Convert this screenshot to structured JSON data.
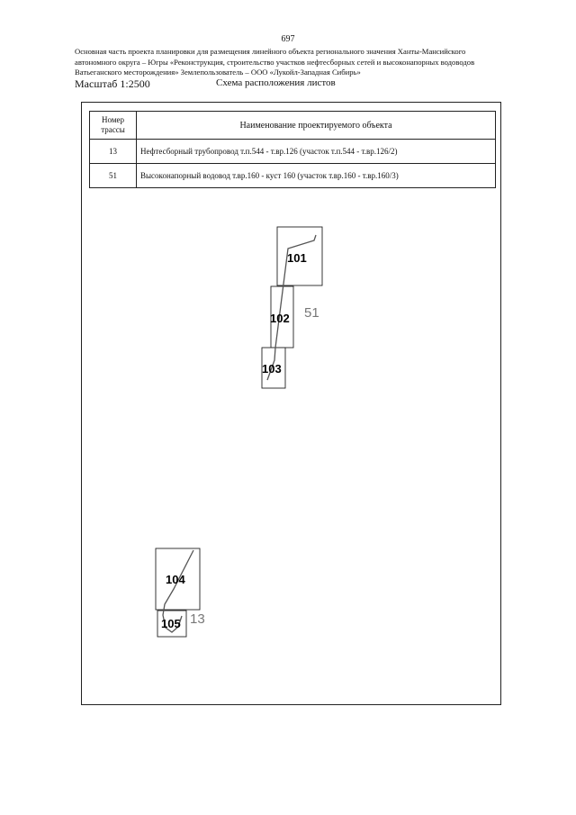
{
  "page_number": "697",
  "header": {
    "lines": [
      "Основная часть проекта планировки для размещения линейного объекта регионального значения Ханты-Мансийского",
      "автономного округа – Югры «Реконструкция, строительство участков нефтесборных сетей и высоконапорных водоводов",
      "Ватьеганского месторождения» Землепользователь – ООО «Лукойл-Западная Сибирь»"
    ]
  },
  "scale": "Масштаб 1:2500",
  "scheme_title": "Схема расположения листов",
  "table": {
    "headers": {
      "number": "Номер трассы",
      "name": "Наименование проектируемого объекта"
    },
    "rows": [
      {
        "number": "13",
        "name": "Нефтесборный трубопровод т.п.544 - т.вр.126 (участок т.п.544 - т.вр.126/2)"
      },
      {
        "number": "51",
        "name": "Высоконапорный водовод т.вр.160 - куст 160 (участок т.вр.160 - т.вр.160/3)"
      }
    ]
  },
  "sheets": [
    "101",
    "102",
    "103",
    "104",
    "105"
  ],
  "route_labels": [
    "51",
    "13"
  ]
}
